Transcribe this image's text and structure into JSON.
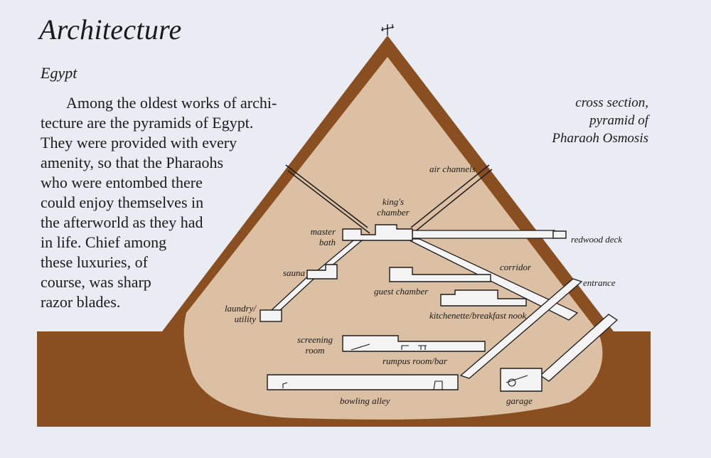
{
  "title": "Architecture",
  "subtitle": "Egypt",
  "body_lines": [
    "Among the oldest works of archi-",
    "tecture are the pyramids of Egypt.",
    "They were provided with every",
    "amenity, so that the Pharaohs",
    "who were entombed there",
    "could enjoy themselves in",
    "the afterworld as they had",
    "in life. Chief among",
    "these luxuries, of",
    "course, was sharp",
    "razor blades."
  ],
  "caption": [
    "cross section,",
    "pyramid of",
    "Pharaoh Osmosis"
  ],
  "labels": {
    "air_channels": "air channels",
    "kings_chamber": [
      "king's",
      "chamber"
    ],
    "master_bath": [
      "master",
      "bath"
    ],
    "redwood_deck": "redwood deck",
    "sauna": "sauna",
    "corridor": "corridor",
    "entrance": "entrance",
    "guest_chamber": "guest chamber",
    "laundry_utility": [
      "laundry/",
      "utility"
    ],
    "kitchenette": "kitchenette/breakfast nook",
    "screening_room": [
      "screening",
      "room"
    ],
    "rumpus_room": "rumpus room/bar",
    "bowling_alley": "bowling alley",
    "garage": "garage"
  },
  "colors": {
    "background": "#e9ecf2",
    "earth": "#8a4f20",
    "interior": "#dcc0a4",
    "rooms": "#f4f4f4",
    "ink": "#1a1a1a"
  }
}
